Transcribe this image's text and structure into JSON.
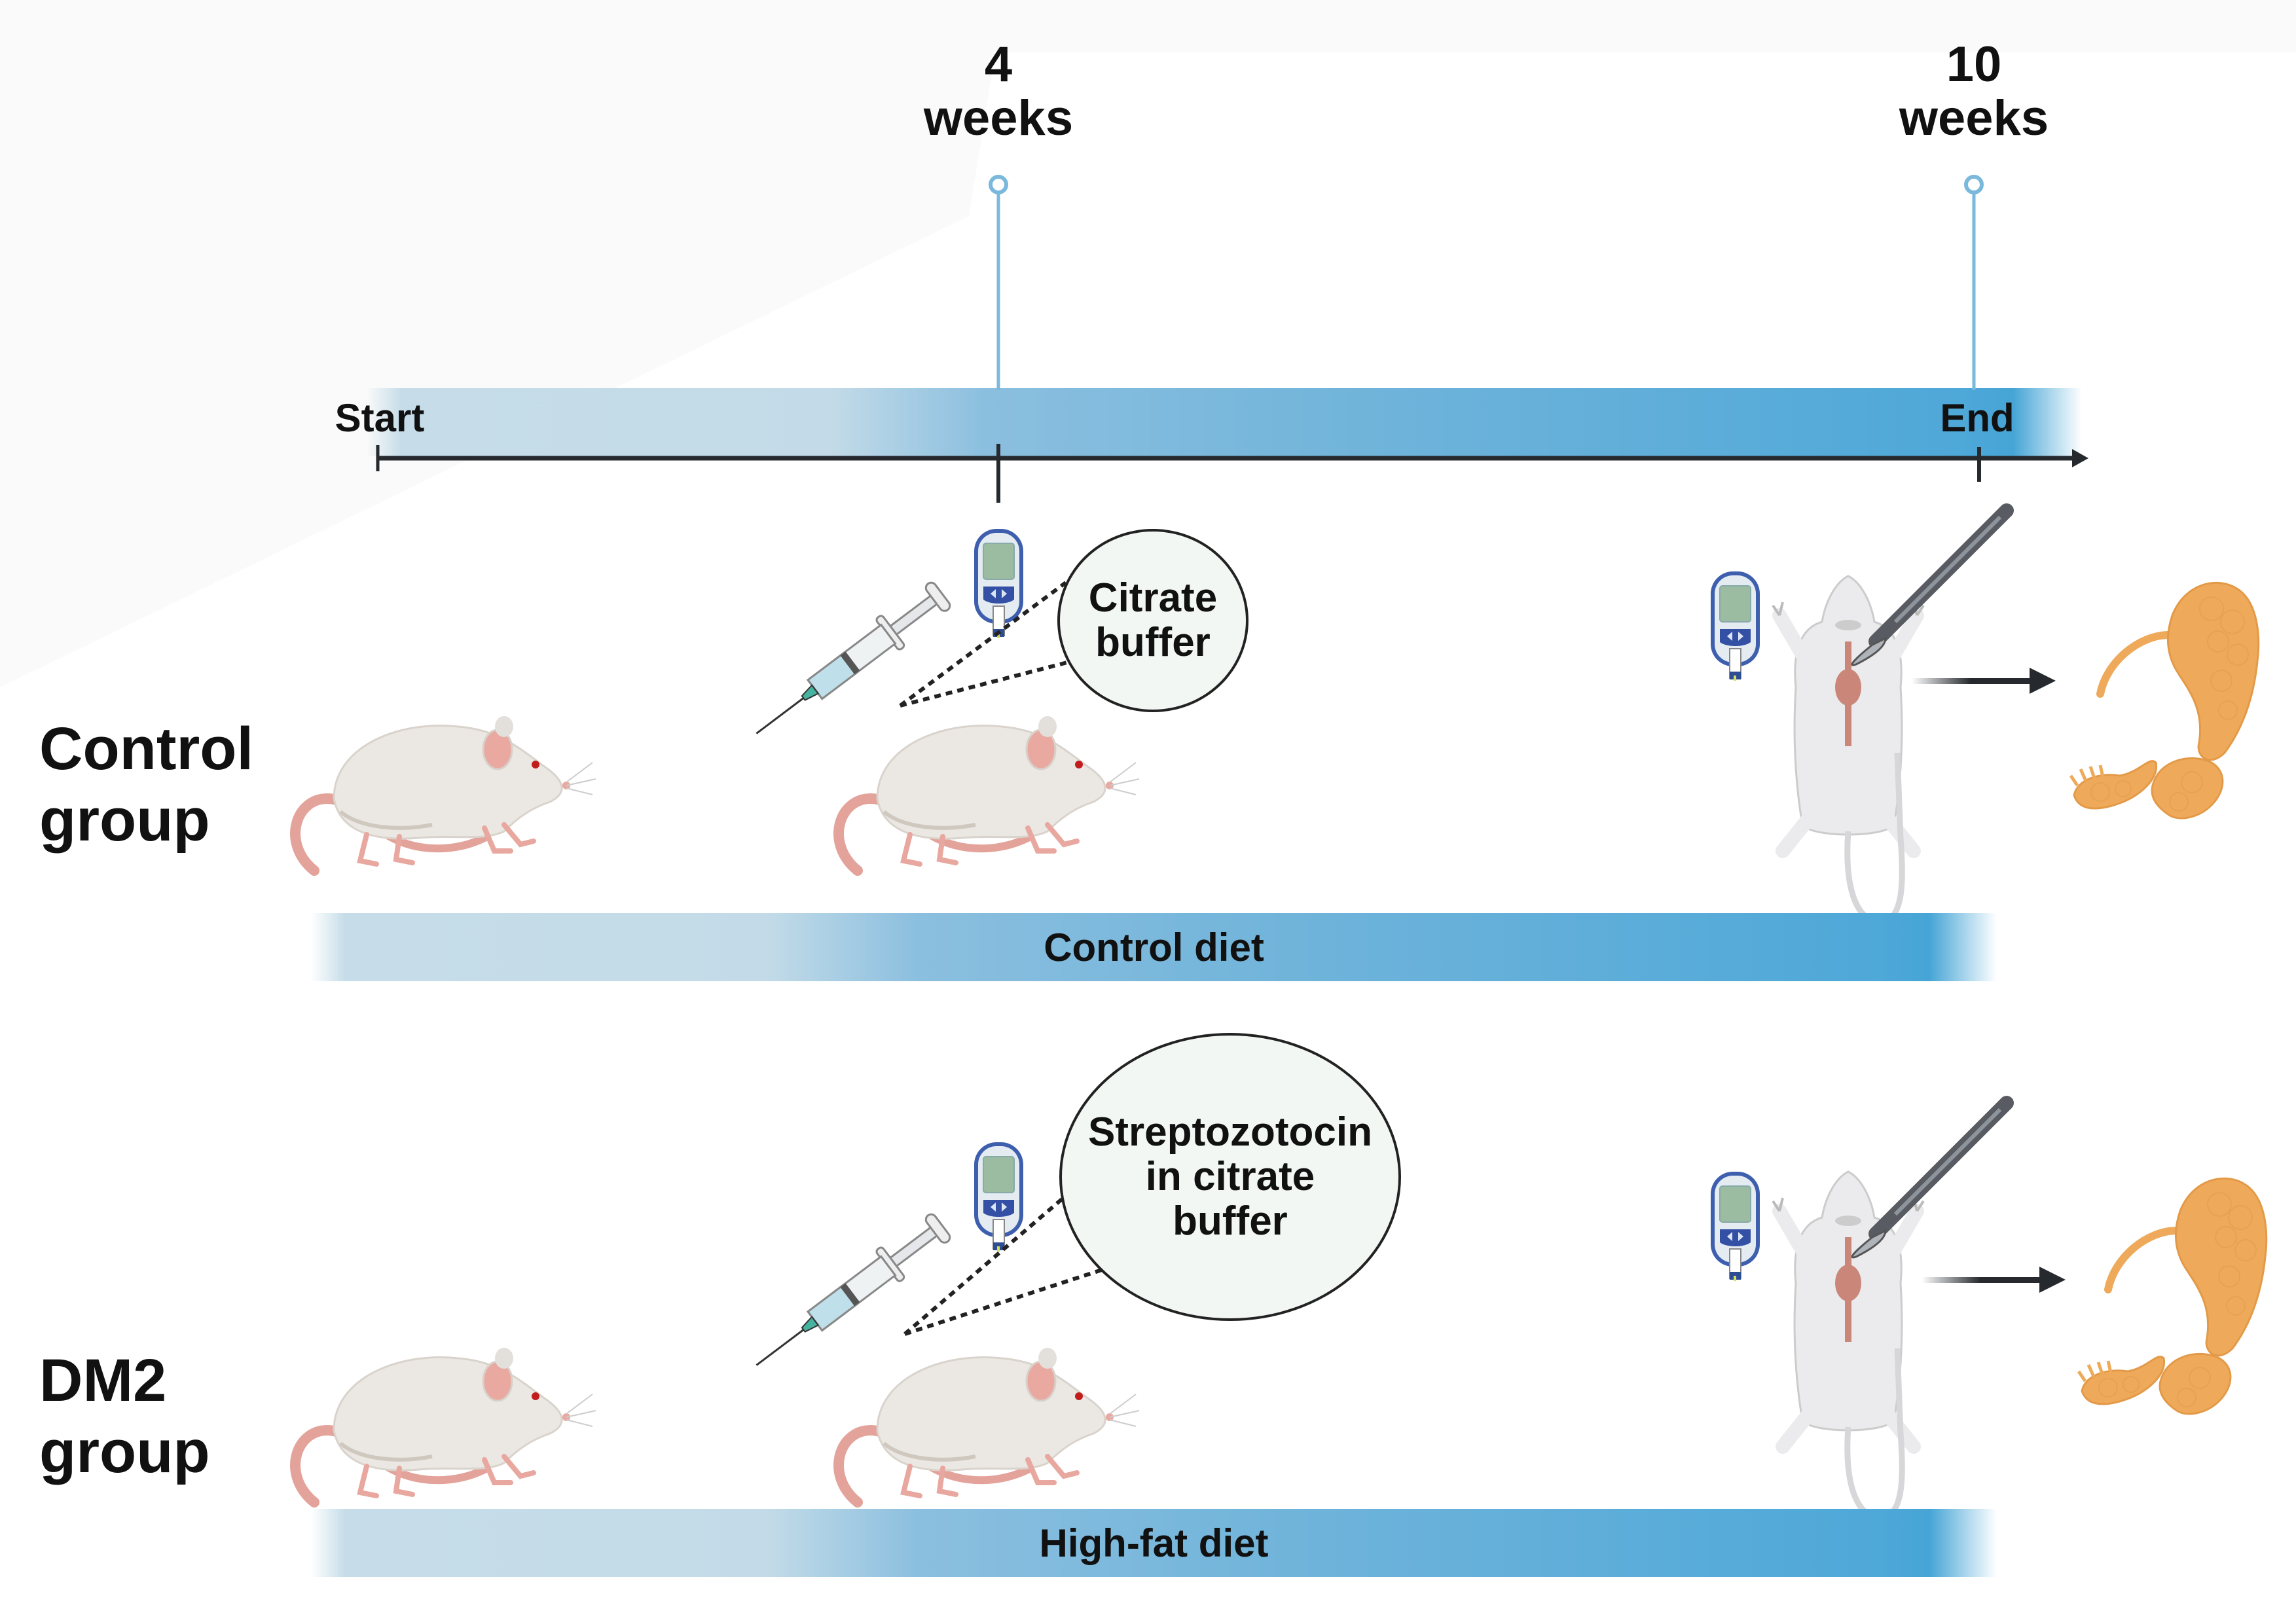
{
  "timeline": {
    "start_label": "Start",
    "end_label": "End",
    "timepoints": [
      {
        "number": "4",
        "unit": "weeks"
      },
      {
        "number": "10",
        "unit": "weeks"
      }
    ]
  },
  "groups": [
    {
      "label_line1": "Control",
      "label_line2": "group",
      "injection_bubble": [
        "Citrate",
        "buffer"
      ],
      "diet": "Control diet"
    },
    {
      "label_line1": "DM2",
      "label_line2": "group",
      "injection_bubble": [
        "Streptozotocin",
        "in citrate",
        "buffer"
      ],
      "diet": "High-fat diet"
    }
  ],
  "icons": {
    "mouse": "mouse-icon",
    "syringe": "syringe-icon",
    "glucometer": "glucometer-icon",
    "dissection": "dissected-rat-icon",
    "scalpel": "scalpel-icon",
    "pancreas": "pancreas-icon",
    "arrow": "arrow-right-icon"
  },
  "colors": {
    "timeline_light": "#c6dde9",
    "timeline_dark": "#46a5d6",
    "pin": "#7ab8dc",
    "axis": "#262a2e",
    "pancreas": "#eeaa5a",
    "mouse_body": "#ebe8e4",
    "mouse_tail": "#e3a39b"
  }
}
